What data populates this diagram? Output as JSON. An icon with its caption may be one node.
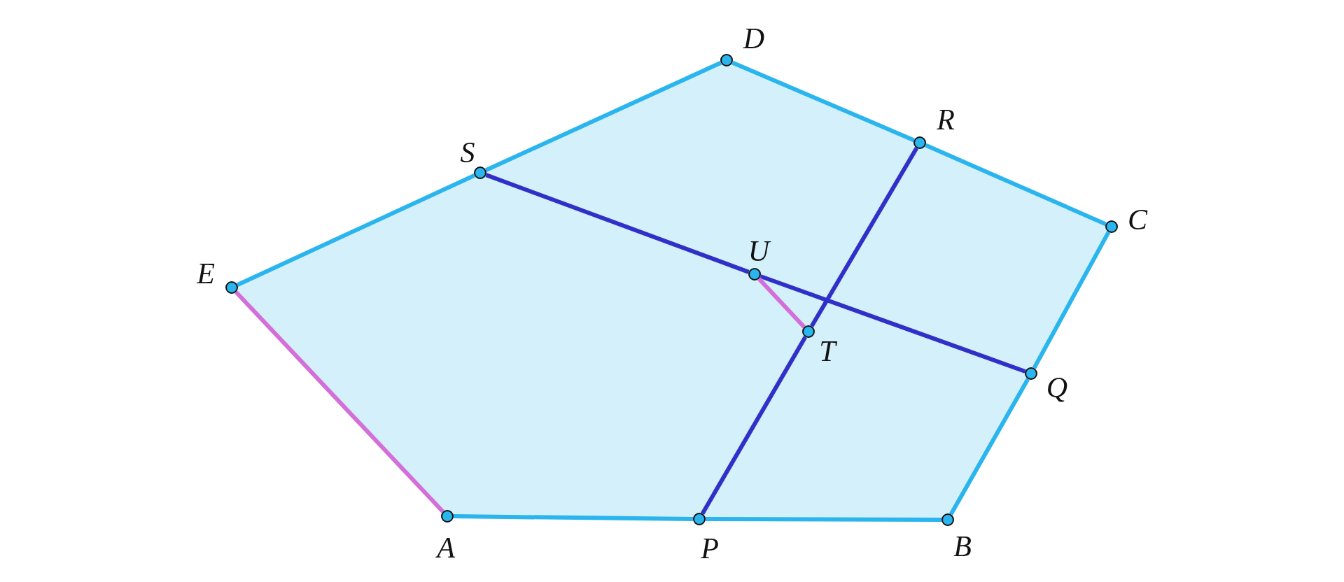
{
  "diagram": {
    "nodes": [
      {
        "text": [],
        "shape": "circle",
        "beside": [
          "D"
        ]
      },
      {
        "text": [],
        "shape": "circle",
        "beside": [
          "R"
        ]
      },
      {
        "text": [],
        "shape": "circle",
        "beside": [
          "S"
        ]
      },
      {
        "text": [],
        "shape": "circle",
        "beside": [
          "C"
        ]
      },
      {
        "text": [],
        "shape": "circle",
        "beside": [
          "U"
        ]
      },
      {
        "text": [],
        "shape": "circle",
        "beside": [
          "E"
        ]
      },
      {
        "text": [],
        "shape": "circle",
        "beside": [
          "T"
        ]
      },
      {
        "text": [],
        "shape": "circle",
        "beside": [
          "Q"
        ]
      },
      {
        "text": [],
        "shape": "circle",
        "beside": [
          "A"
        ]
      },
      {
        "text": [],
        "shape": "circle",
        "beside": [
          "P"
        ]
      },
      {
        "text": [],
        "shape": "circle",
        "beside": [
          "B"
        ]
      }
    ],
    "edges": [
      {
        "from": 5,
        "to": 2,
        "arrow": "none"
      },
      {
        "from": 2,
        "to": 0,
        "arrow": "none"
      },
      {
        "from": 0,
        "to": 1,
        "arrow": "none"
      },
      {
        "from": 1,
        "to": 3,
        "arrow": "none"
      },
      {
        "from": 3,
        "to": 7,
        "arrow": "none"
      },
      {
        "from": 7,
        "to": 10,
        "arrow": "none"
      },
      {
        "from": 10,
        "to": 9,
        "arrow": "none"
      },
      {
        "from": 9,
        "to": 8,
        "arrow": "none"
      },
      {
        "from": 8,
        "to": 5,
        "arrow": "none",
        "color": "#d46ed8"
      },
      {
        "from": 2,
        "to": 4,
        "arrow": "none",
        "color": "#3030c8"
      },
      {
        "from": 4,
        "to": 7,
        "arrow": "none",
        "color": "#3030c8"
      },
      {
        "from": 1,
        "to": 6,
        "arrow": "none",
        "color": "#3030c8"
      },
      {
        "from": 6,
        "to": 9,
        "arrow": "none",
        "color": "#3030c8"
      },
      {
        "from": 4,
        "to": 6,
        "arrow": "none",
        "color": "#d46ed8"
      }
    ]
  }
}
